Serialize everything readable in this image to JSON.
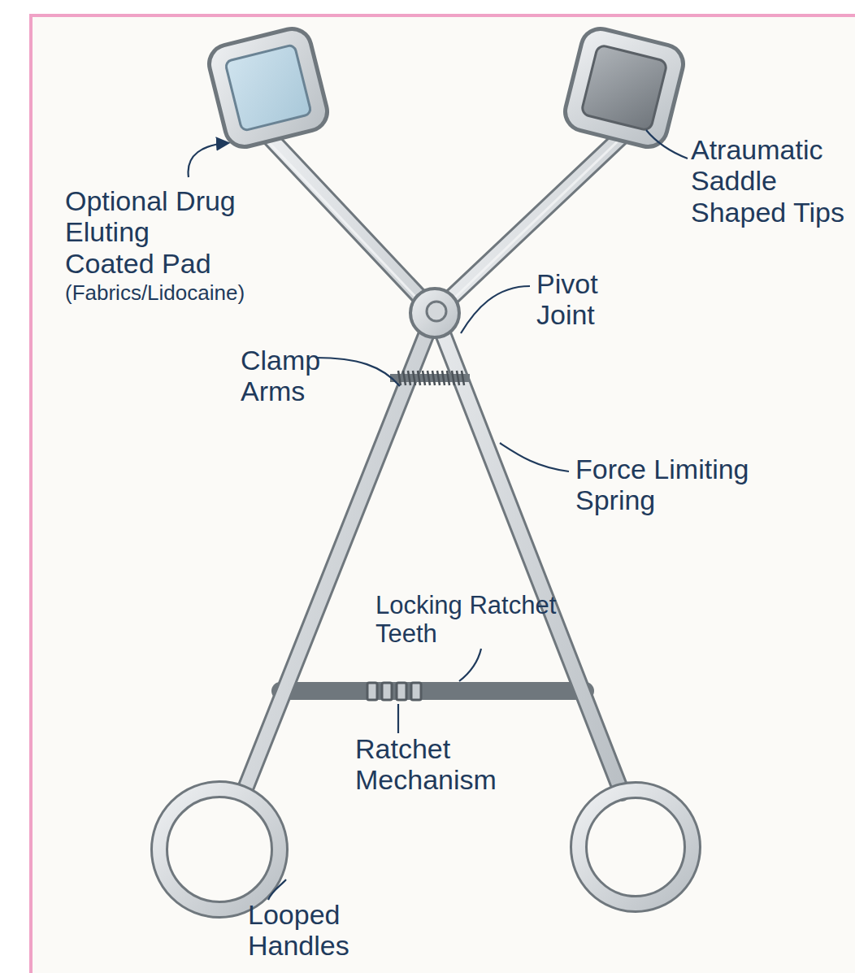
{
  "diagram": {
    "labels": [
      "Optional Drug Eluting Coated Pad",
      "(Fabrics/Lidocaine)",
      "Atraumatic Saddle Shaped Tips",
      "Clamp Arms",
      "Pivot Joint",
      "Force Limiting Spring",
      "Locking Ratchet Teeth",
      "Ratchet Mechanism",
      "Looped Handles"
    ]
  }
}
